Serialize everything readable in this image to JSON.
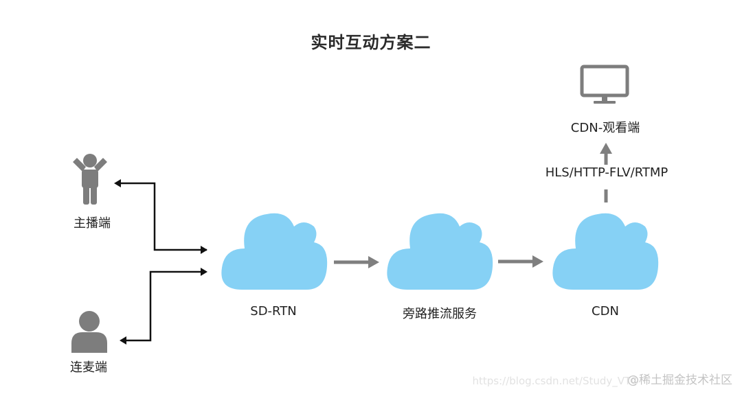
{
  "title": "实时互动方案二",
  "nodes": {
    "host": "主播端",
    "co_host": "连麦端",
    "sd_rtn": "SD-RTN",
    "relay": "旁路推流服务",
    "cdn": "CDN",
    "viewer": "CDN-观看端"
  },
  "edges": {
    "cdn_to_viewer": "HLS/HTTP-FLV/RTMP"
  },
  "watermark": {
    "brand": "@稀土掘金技术社区",
    "url": "https://blog.csdn.net/Study_VTO"
  },
  "icons": {
    "host": "person-arms-up-icon",
    "co_host": "person-icon",
    "viewer": "monitor-icon",
    "cloud": "cloud-icon"
  },
  "colors": {
    "cloud": "#86d1f5",
    "person": "#7d7d7d",
    "black_arrow": "#111111",
    "gray_arrow": "#7f7f7f"
  }
}
